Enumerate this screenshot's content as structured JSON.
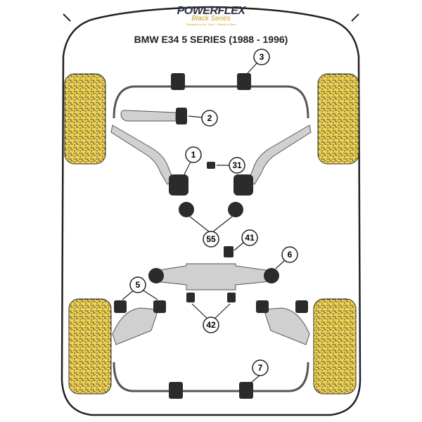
{
  "logo": {
    "brand": "POWERFLEX",
    "series": "Black Series",
    "tagline": "Designed for the Track – Ready to Race"
  },
  "title": "BMW E34 5 SERIES (1988 - 1996)",
  "callouts": [
    "3",
    "2",
    "1",
    "31",
    "55",
    "41",
    "6",
    "5",
    "42",
    "7"
  ],
  "colors": {
    "tyre": "#f2d34a",
    "bush": "#2b2b2b",
    "outline": "#222222",
    "part": "#d9d9d9"
  }
}
